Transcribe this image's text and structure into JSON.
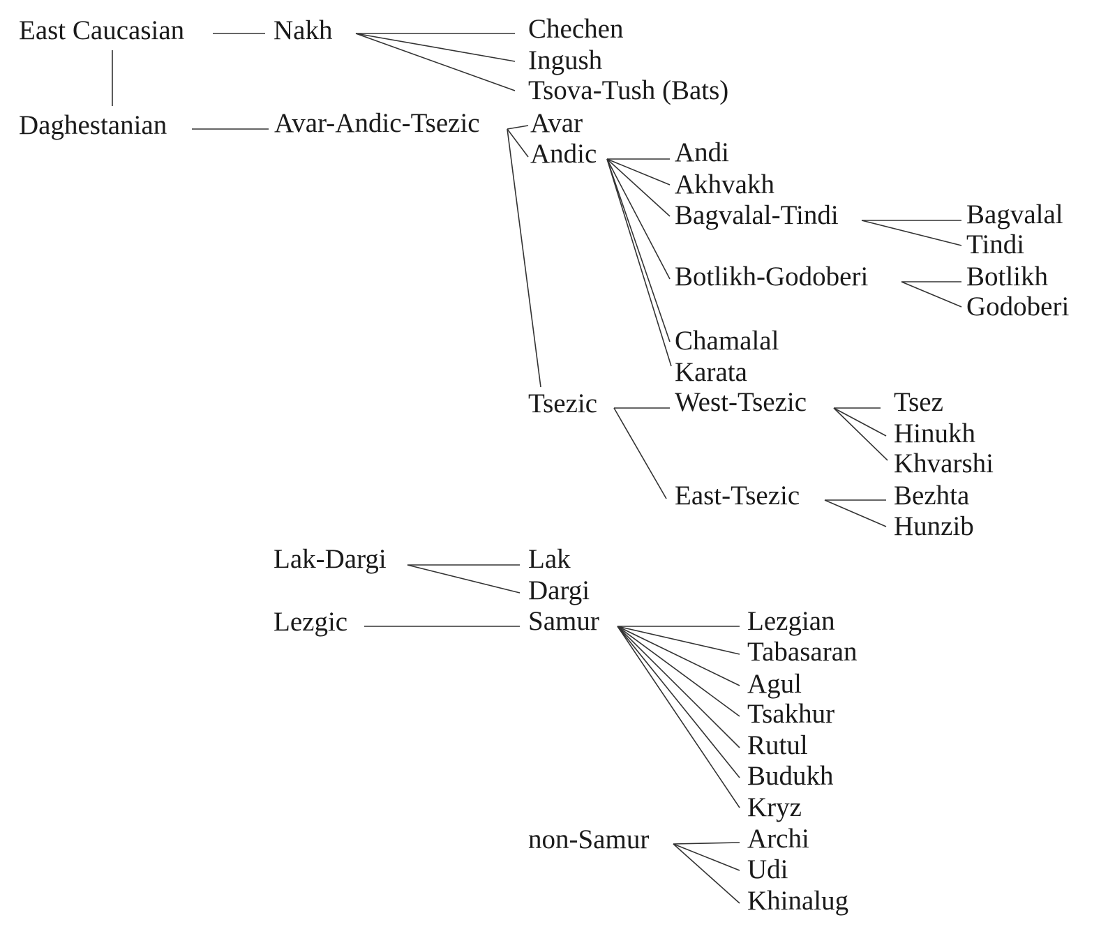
{
  "title": "East Caucasian language family tree",
  "nodes": {
    "east_caucasian": "East Caucasian",
    "nakh": "Nakh",
    "chechen": "Chechen",
    "ingush": "Ingush",
    "tsova_tush": "Tsova-Tush (Bats)",
    "daghestanian": "Daghestanian",
    "avar_andic_tsezic": "Avar-Andic-Tsezic",
    "avar": "Avar",
    "andic": "Andic",
    "andi": "Andi",
    "akhvakh": "Akhvakh",
    "bagvalal_tindi": "Bagvalal-Tindi",
    "bagvalal": "Bagvalal",
    "tindi": "Tindi",
    "botlikh_godoberi": "Botlikh-Godoberi",
    "botlikh": "Botlikh",
    "godoberi": "Godoberi",
    "chamalal": "Chamalal",
    "karata": "Karata",
    "tsezic": "Tsezic",
    "west_tsezic": "West-Tsezic",
    "tsez": "Tsez",
    "hinukh": "Hinukh",
    "khvarshi": "Khvarshi",
    "east_tsezic": "East-Tsezic",
    "bezhta": "Bezhta",
    "hunzib": "Hunzib",
    "lak_dargi": "Lak-Dargi",
    "lak": "Lak",
    "dargi": "Dargi",
    "lezgic": "Lezgic",
    "samur": "Samur",
    "lezgian": "Lezgian",
    "tabasaran": "Tabasaran",
    "agul": "Agul",
    "tsakhur": "Tsakhur",
    "rutul": "Rutul",
    "budukh": "Budukh",
    "kryz": "Kryz",
    "non_samur": "non-Samur",
    "archi": "Archi",
    "udi": "Udi",
    "khinalug": "Khinalug"
  }
}
